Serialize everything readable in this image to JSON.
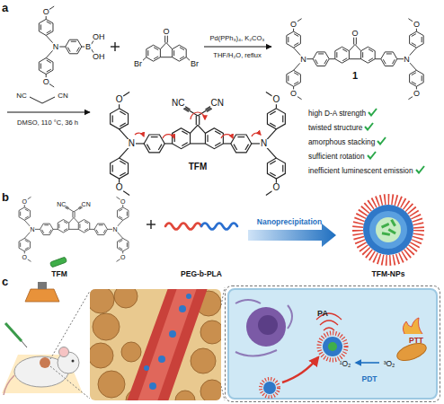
{
  "diagram": {
    "nodes": [
      {
        "text": [
          "PA",
          "PTT",
          "¹O₂",
          "³O₂",
          "PDT"
        ]
      }
    ],
    "labels": [
      "a",
      "O",
      "N",
      "O",
      "B",
      "OH",
      "OH",
      "Br",
      "O",
      "Br",
      "Pd(PPh₃)₄, K₂CO₃",
      "THF/H₂O, reflux",
      "O",
      "N",
      "O",
      "O",
      "O",
      "N",
      "O",
      "1",
      "NC",
      "CN",
      "DMSO, 110 °C, 36 h",
      "O",
      "N",
      "O",
      "NC",
      "CN",
      "O",
      "N",
      "O",
      "TFM",
      "high D-A strength",
      "twisted structure",
      "amorphous stacking",
      "sufficient rotation",
      "inefficient luminescent emission",
      "b",
      "O",
      "N",
      "O",
      "NC",
      "CN",
      "O",
      "N",
      "O",
      "TFM",
      "PEG-b-PLA",
      "Nanoprecipitation",
      "TFM-NPs",
      "c"
    ]
  }
}
